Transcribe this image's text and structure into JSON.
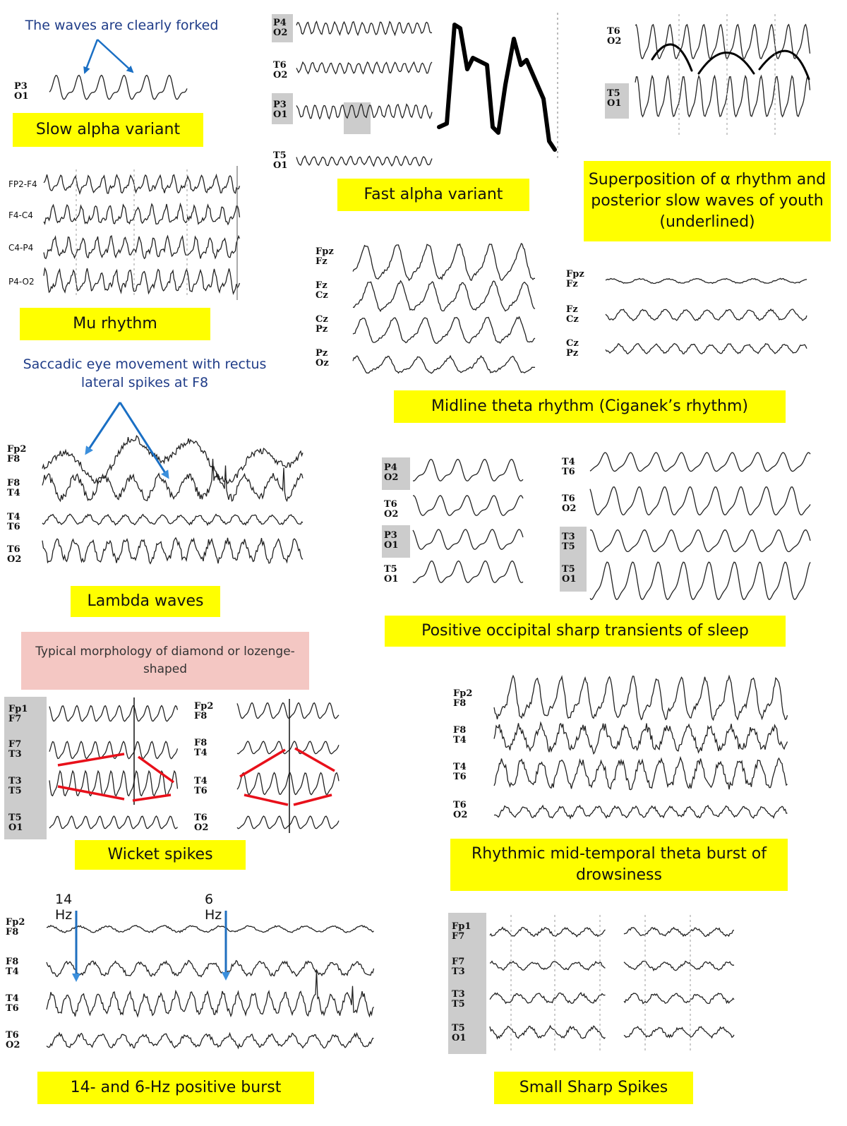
{
  "panels": [
    {
      "id": "slow-alpha",
      "title": "Slow alpha variant",
      "note": "The waves are clearly forked",
      "channels": [
        "P3\nO1"
      ]
    },
    {
      "id": "fast-alpha",
      "title": "Fast alpha variant",
      "channels": [
        "P4\nO2",
        "T6\nO2",
        "P3\nO1",
        "T5\nO1"
      ]
    },
    {
      "id": "superposition",
      "title": "Superposition  of α rhythm and posterior slow waves of youth (underlined)",
      "channels": [
        "T6\nO2",
        "T5\nO1"
      ]
    },
    {
      "id": "mu",
      "title": "Mu  rhythm",
      "channels": [
        "FP2-F4",
        "F4-C4",
        "C4-P4",
        "P4-O2"
      ]
    },
    {
      "id": "midline-theta",
      "title": "Midline theta rhythm  (Ciganek’s rhythm)",
      "channels_left": [
        "Fpz\nFz",
        "Fz\nCz",
        "Cz\nPz",
        "Pz\nOz"
      ],
      "channels_right": [
        "Fpz\nFz",
        "Fz\nCz",
        "Cz\nPz"
      ]
    },
    {
      "id": "lambda",
      "title": "Lambda waves",
      "note": "Saccadic eye movement with rectus lateral spikes at F8",
      "channels": [
        "Fp2\nF8",
        "F8\nT4",
        "T4\nT6",
        "T6\nO2"
      ]
    },
    {
      "id": "posts",
      "title": "Positive occipital sharp transients of sleep",
      "channels_left": [
        "P4\nO2",
        "T6\nO2",
        "P3\nO1",
        "T5\nO1"
      ],
      "channels_right": [
        "T4\nT6",
        "T6\nO2",
        "T3\nT5",
        "T5\nO1"
      ]
    },
    {
      "id": "wicket",
      "title": "Wicket spikes",
      "note": "Typical morphology of diamond or lozenge-shaped",
      "channels_left": [
        "Fp1\nF7",
        "F7\nT3",
        "T3\nT5",
        "T5\nO1"
      ],
      "channels_right": [
        "Fp2\nF8",
        "F8\nT4",
        "T4\nT6",
        "T6\nO2"
      ]
    },
    {
      "id": "rmtd",
      "title": "Rhythmic mid-temporal theta burst of drowsiness",
      "channels": [
        "Fp2\nF8",
        "F8\nT4",
        "T4\nT6",
        "T6\nO2"
      ]
    },
    {
      "id": "burst",
      "title": "14- and 6-Hz positive burst",
      "markers": [
        "14 Hz",
        "6 Hz"
      ],
      "channels": [
        "Fp2\nF8",
        "F8\nT4",
        "T4\nT6",
        "T6\nO2"
      ]
    },
    {
      "id": "sss",
      "title": "Small Sharp Spikes",
      "channels": [
        "Fp1\nF7",
        "F7\nT3",
        "T3\nT5",
        "T5\nO1"
      ]
    }
  ],
  "colors": {
    "label_bg": "#ffff00",
    "note_text": "#1f3c88",
    "arrow": "#1a6fc4",
    "diamond": "#e8101a",
    "note_bg": "#f4c7c3"
  }
}
